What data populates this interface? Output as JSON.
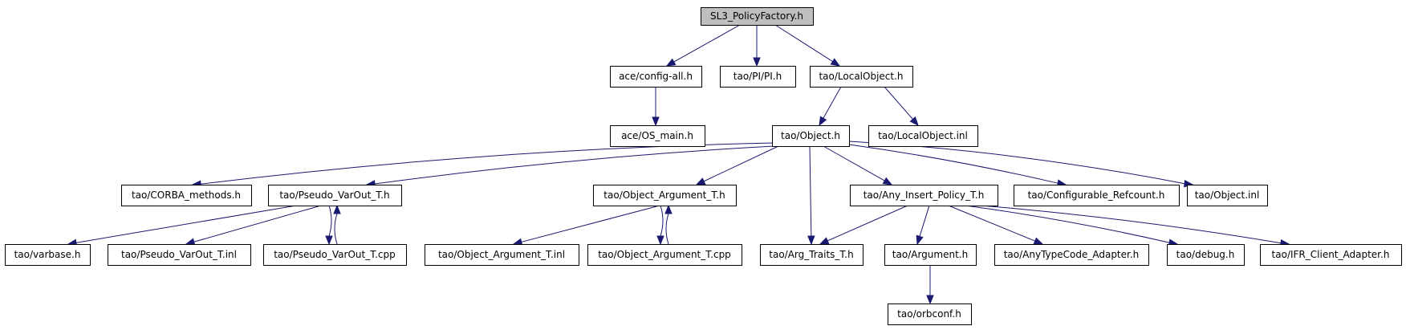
{
  "graph": {
    "edge_color": "#191970",
    "nodes": [
      {
        "id": "sl3",
        "label": "SL3_PolicyFactory.h",
        "fill": "#bfbfbf",
        "border": "#000000",
        "highlighted": true
      },
      {
        "id": "config_all",
        "label": "ace/config-all.h",
        "fill": "#ffffff",
        "border": "#000000"
      },
      {
        "id": "pi",
        "label": "tao/PI/PI.h",
        "fill": "#ffffff",
        "border": "#bfbfbf"
      },
      {
        "id": "localobject",
        "label": "tao/LocalObject.h",
        "fill": "#ffffff",
        "border": "#000000"
      },
      {
        "id": "os_main",
        "label": "ace/OS_main.h",
        "fill": "#ffffff",
        "border": "#000000"
      },
      {
        "id": "object",
        "label": "tao/Object.h",
        "fill": "#ffffff",
        "border": "#000000"
      },
      {
        "id": "localobject_inl",
        "label": "tao/LocalObject.inl",
        "fill": "#ffffff",
        "border": "#000000"
      },
      {
        "id": "corba_methods",
        "label": "tao/CORBA_methods.h",
        "fill": "#ffffff",
        "border": "#000000"
      },
      {
        "id": "pseudo_varout",
        "label": "tao/Pseudo_VarOut_T.h",
        "fill": "#ffffff",
        "border": "#000000"
      },
      {
        "id": "object_argument",
        "label": "tao/Object_Argument_T.h",
        "fill": "#ffffff",
        "border": "#000000"
      },
      {
        "id": "any_insert",
        "label": "tao/Any_Insert_Policy_T.h",
        "fill": "#ffffff",
        "border": "#000000"
      },
      {
        "id": "configurable_refcount",
        "label": "tao/Configurable_Refcount.h",
        "fill": "#ffffff",
        "border": "#000000"
      },
      {
        "id": "object_inl",
        "label": "tao/Object.inl",
        "fill": "#ffffff",
        "border": "#000000"
      },
      {
        "id": "varbase",
        "label": "tao/varbase.h",
        "fill": "#ffffff",
        "border": "#000000"
      },
      {
        "id": "pseudo_varout_inl",
        "label": "tao/Pseudo_VarOut_T.inl",
        "fill": "#ffffff",
        "border": "#000000"
      },
      {
        "id": "pseudo_varout_cpp",
        "label": "tao/Pseudo_VarOut_T.cpp",
        "fill": "#ffffff",
        "border": "#000000"
      },
      {
        "id": "object_argument_inl",
        "label": "tao/Object_Argument_T.inl",
        "fill": "#ffffff",
        "border": "#000000"
      },
      {
        "id": "object_argument_cpp",
        "label": "tao/Object_Argument_T.cpp",
        "fill": "#ffffff",
        "border": "#000000"
      },
      {
        "id": "arg_traits",
        "label": "tao/Arg_Traits_T.h",
        "fill": "#ffffff",
        "border": "#000000"
      },
      {
        "id": "argument",
        "label": "tao/Argument.h",
        "fill": "#ffffff",
        "border": "#000000"
      },
      {
        "id": "anytypecode_adapter",
        "label": "tao/AnyTypeCode_Adapter.h",
        "fill": "#ffffff",
        "border": "#000000"
      },
      {
        "id": "debug",
        "label": "tao/debug.h",
        "fill": "#ffffff",
        "border": "#000000"
      },
      {
        "id": "ifr_client_adapter",
        "label": "tao/IFR_Client_Adapter.h",
        "fill": "#ffffff",
        "border": "#000000"
      },
      {
        "id": "orbconf",
        "label": "tao/orbconf.h",
        "fill": "#ffffff",
        "border": "#000000"
      }
    ],
    "edges": [
      {
        "from": "sl3",
        "to": "config_all"
      },
      {
        "from": "sl3",
        "to": "pi"
      },
      {
        "from": "sl3",
        "to": "localobject"
      },
      {
        "from": "config_all",
        "to": "os_main"
      },
      {
        "from": "localobject",
        "to": "object"
      },
      {
        "from": "localobject",
        "to": "localobject_inl"
      },
      {
        "from": "object",
        "to": "corba_methods"
      },
      {
        "from": "object",
        "to": "pseudo_varout"
      },
      {
        "from": "object",
        "to": "object_argument"
      },
      {
        "from": "object",
        "to": "arg_traits"
      },
      {
        "from": "object",
        "to": "any_insert"
      },
      {
        "from": "object",
        "to": "configurable_refcount"
      },
      {
        "from": "object",
        "to": "object_inl"
      },
      {
        "from": "pseudo_varout",
        "to": "varbase"
      },
      {
        "from": "pseudo_varout",
        "to": "pseudo_varout_inl"
      },
      {
        "from": "pseudo_varout",
        "to": "pseudo_varout_cpp"
      },
      {
        "from": "pseudo_varout_cpp",
        "to": "pseudo_varout"
      },
      {
        "from": "object_argument",
        "to": "object_argument_inl"
      },
      {
        "from": "object_argument",
        "to": "object_argument_cpp"
      },
      {
        "from": "object_argument_cpp",
        "to": "object_argument"
      },
      {
        "from": "any_insert",
        "to": "arg_traits"
      },
      {
        "from": "any_insert",
        "to": "argument"
      },
      {
        "from": "any_insert",
        "to": "anytypecode_adapter"
      },
      {
        "from": "any_insert",
        "to": "debug"
      },
      {
        "from": "any_insert",
        "to": "ifr_client_adapter"
      },
      {
        "from": "argument",
        "to": "orbconf"
      }
    ]
  }
}
